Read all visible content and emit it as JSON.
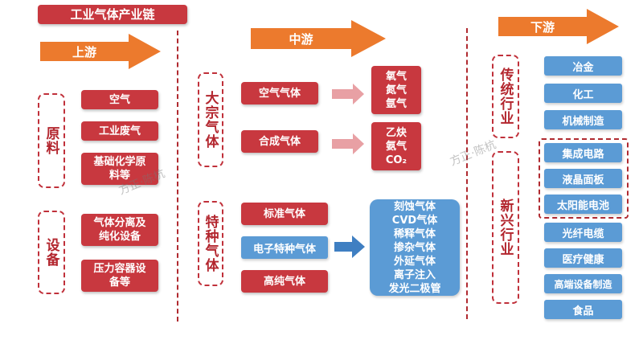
{
  "title": "工业气体产业链",
  "stages": {
    "upstream": "上游",
    "midstream": "中游",
    "downstream": "下游"
  },
  "upstream": {
    "raw_label": "原料",
    "raw_items": [
      "空气",
      "工业废气",
      "基础化学原料等"
    ],
    "equip_label": "设备",
    "equip_items": [
      "气体分离及纯化设备",
      "压力容器设备等"
    ]
  },
  "midstream": {
    "bulk_label": "大宗气体",
    "bulk_items": [
      "空气气体",
      "合成气体"
    ],
    "bulk_outputs": [
      "氧气\n氮气\n氩气",
      "乙炔\n氨气\nCO₂"
    ],
    "special_label": "特种气体",
    "special_items": [
      "标准气体",
      "电子特种气体",
      "高纯气体"
    ],
    "electronic_uses": [
      "刻蚀气体",
      "CVD气体",
      "稀释气体",
      "掺杂气体",
      "外延气体",
      "离子注入",
      "发光二极管"
    ]
  },
  "downstream": {
    "traditional_label": "传统行业",
    "traditional_items": [
      "冶金",
      "化工",
      "机械制造"
    ],
    "emerging_label": "新兴行业",
    "emerging_highlight": [
      "集成电路",
      "液晶面板",
      "太阳能电池"
    ],
    "emerging_items": [
      "光纤电缆",
      "医疗健康",
      "高端设备制造",
      "食品"
    ]
  },
  "watermarks": [
    "方正·陈杭",
    "方正·陈杭"
  ],
  "colors": {
    "red": "#c8383f",
    "blue": "#5b9bd5",
    "orange": "#ec7a2d",
    "pink_arrow": "#e8a0a4"
  }
}
